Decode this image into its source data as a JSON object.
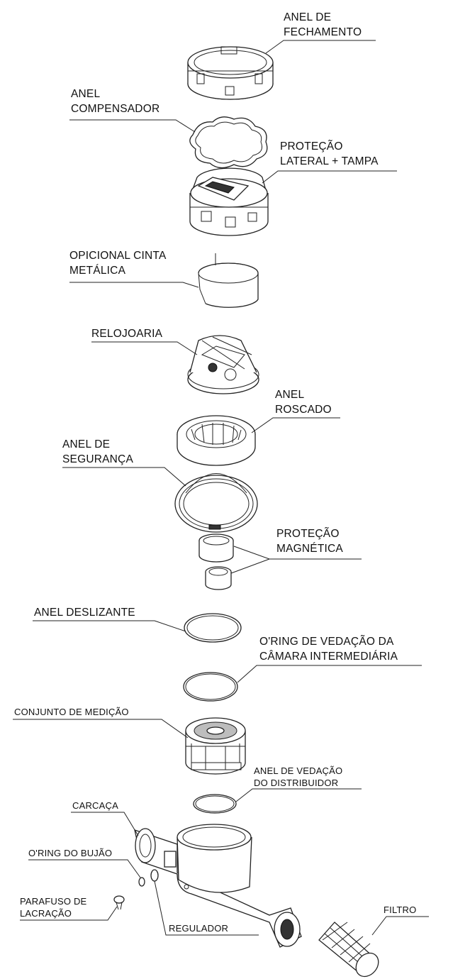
{
  "labels": {
    "anel_fechamento": [
      "ANEL DE",
      "FECHAMENTO"
    ],
    "anel_compensador": [
      "ANEL",
      "COMPENSADOR"
    ],
    "protecao_lateral": [
      "PROTEÇÃO",
      "LATERAL + TAMPA"
    ],
    "cinta_metalica": [
      "OPICIONAL CINTA",
      "METÁLICA"
    ],
    "relojoaria": "RELOJOARIA",
    "anel_roscado": [
      "ANEL",
      "ROSCADO"
    ],
    "anel_seguranca": [
      "ANEL DE",
      "SEGURANÇA"
    ],
    "protecao_magnetica": [
      "PROTEÇÃO",
      "MAGNÉTICA"
    ],
    "anel_deslizante": "ANEL DESLIZANTE",
    "oring_camara": [
      "O'RING DE VEDAÇÃO DA",
      "CÂMARA INTERMEDIÁRIA"
    ],
    "conjunto_medicao": "CONJUNTO DE MEDIÇÃO",
    "anel_vedacao_distribuidor": [
      "ANEL DE VEDAÇÃO",
      "DO DISTRIBUIDOR"
    ],
    "carcaca": "CARCAÇA",
    "oring_bujao": "O'RING DO BUJÃO",
    "parafuso_lacracao": [
      "PARAFUSO DE",
      "LACRAÇÃO"
    ],
    "regulador": "REGULADOR",
    "filtro": "FILTRO"
  }
}
